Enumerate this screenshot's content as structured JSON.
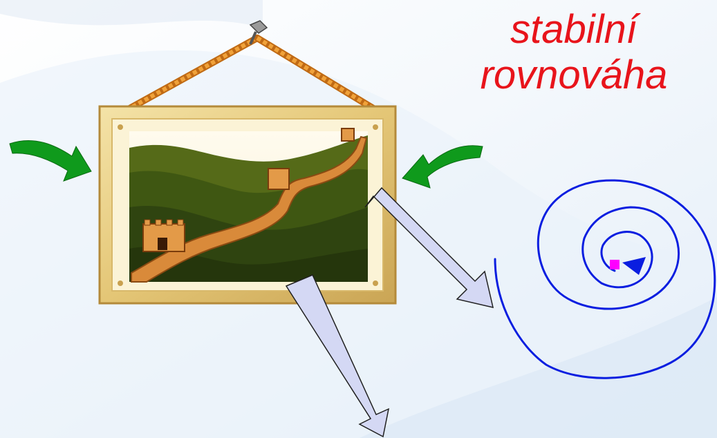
{
  "heading": {
    "line1": "stabilní",
    "line2": "rovnováha"
  },
  "icons": {
    "nail": "nail-icon",
    "rope": "rope",
    "picture": "framed-picture-great-wall",
    "arrow_left": "green-arrow-right-icon",
    "arrow_right": "green-arrow-left-icon",
    "spiral": "damped-oscillation-spiral",
    "equilibrium_point": "equilibrium-point"
  },
  "colors": {
    "heading": "#e8141b",
    "green_arrow": "#0f9a1c",
    "lavender_arrow": "#d4d8f4",
    "spiral": "#0a1ee0",
    "equilibrium_point": "#ff00ff",
    "frame": "#e6c879"
  }
}
